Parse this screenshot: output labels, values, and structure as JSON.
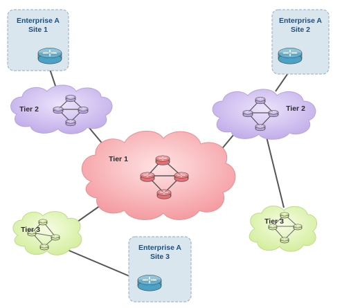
{
  "sites": [
    {
      "line1": "Enterprise A",
      "line2": "Site 1"
    },
    {
      "line1": "Enterprise A",
      "line2": "Site 2"
    },
    {
      "line1": "Enterprise A",
      "line2": "Site 3"
    }
  ],
  "clouds": {
    "tier1": {
      "label": "Tier 1"
    },
    "tier2_left": {
      "label": "Tier 2"
    },
    "tier2_right": {
      "label": "Tier 2"
    },
    "tier3_left": {
      "label": "Tier 3"
    },
    "tier3_right": {
      "label": "Tier 3"
    }
  },
  "colors": {
    "site_fill": "#dae6ee",
    "site_border": "#9fb8c8",
    "router_blue": "#4aa3c6",
    "router_purple": "#b7a2d9",
    "router_red": "#e56e73",
    "router_green": "#d3ea9c",
    "cloud_purple": "#cbb9ee",
    "cloud_red": "#f7a5a9",
    "cloud_green": "#ddf2ad",
    "link": "#555555"
  }
}
